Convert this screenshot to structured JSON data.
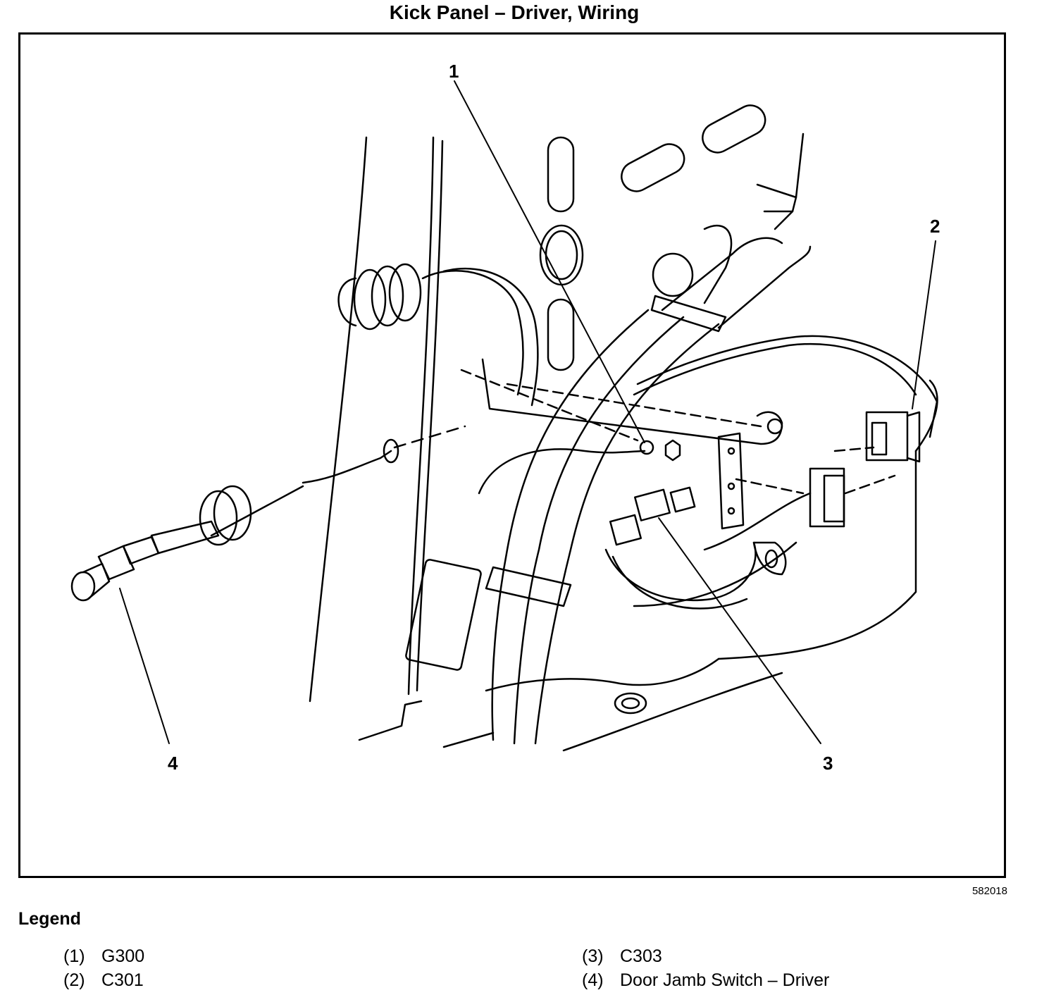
{
  "title": "Kick Panel – Driver, Wiring",
  "figure_id": "582018",
  "callouts": [
    "1",
    "2",
    "3",
    "4"
  ],
  "legend": {
    "heading": "Legend",
    "items": [
      {
        "num": "(1)",
        "label": "G300"
      },
      {
        "num": "(2)",
        "label": "C301"
      },
      {
        "num": "(3)",
        "label": "C303"
      },
      {
        "num": "(4)",
        "label": "Door Jamb Switch – Driver"
      }
    ]
  }
}
